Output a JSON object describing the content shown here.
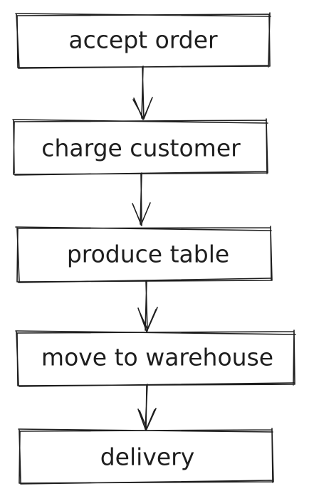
{
  "diagram": {
    "steps": [
      {
        "label": "accept order"
      },
      {
        "label": "charge customer"
      },
      {
        "label": "produce table"
      },
      {
        "label": "move to warehouse"
      },
      {
        "label": "delivery"
      }
    ],
    "stroke_color": "#1e1e1e",
    "background": "#ffffff"
  }
}
